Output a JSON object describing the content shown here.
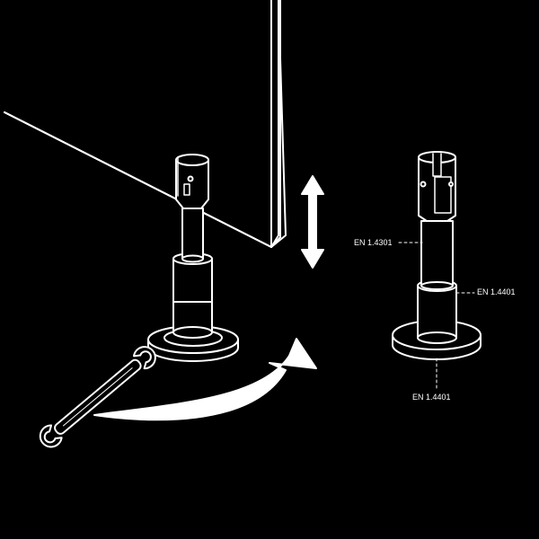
{
  "illustration": {
    "subject": "adjustable stainless steel support leg",
    "labels": {
      "tube_material": "EN 1.4301",
      "sleeve_material": "EN 1.4401",
      "base_material": "EN 1.4401"
    },
    "icons": [
      "wrench-icon",
      "rotate-arrow-icon",
      "height-adjust-arrow-icon"
    ],
    "colors": {
      "background": "#000000",
      "line": "#ffffff"
    }
  }
}
